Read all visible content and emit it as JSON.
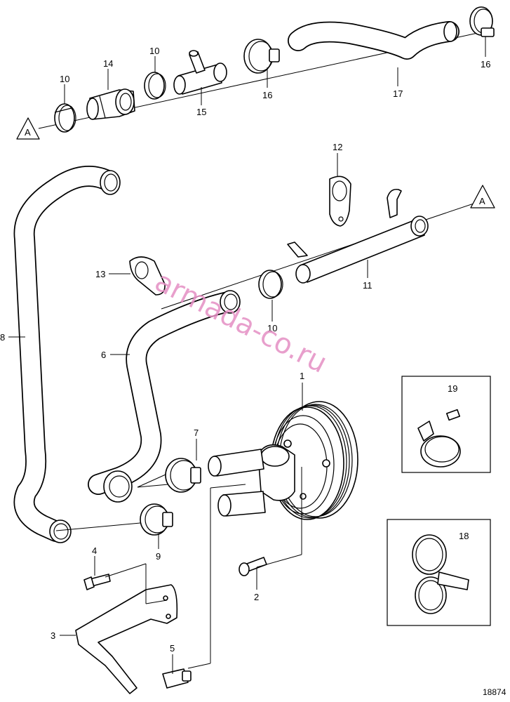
{
  "diagram": {
    "figure_number": "18874",
    "watermark": "armada-co.ru",
    "section_marker": "A",
    "callouts": {
      "c1": "1",
      "c2": "2",
      "c3": "3",
      "c4": "4",
      "c5": "5",
      "c6": "6",
      "c7": "7",
      "c8": "8",
      "c9": "9",
      "c10a": "10",
      "c10b": "10",
      "c10c": "10",
      "c11": "11",
      "c12": "12",
      "c13": "13",
      "c14": "14",
      "c15": "15",
      "c16a": "16",
      "c16b": "16",
      "c17": "17",
      "c18": "18",
      "c19": "19"
    }
  }
}
